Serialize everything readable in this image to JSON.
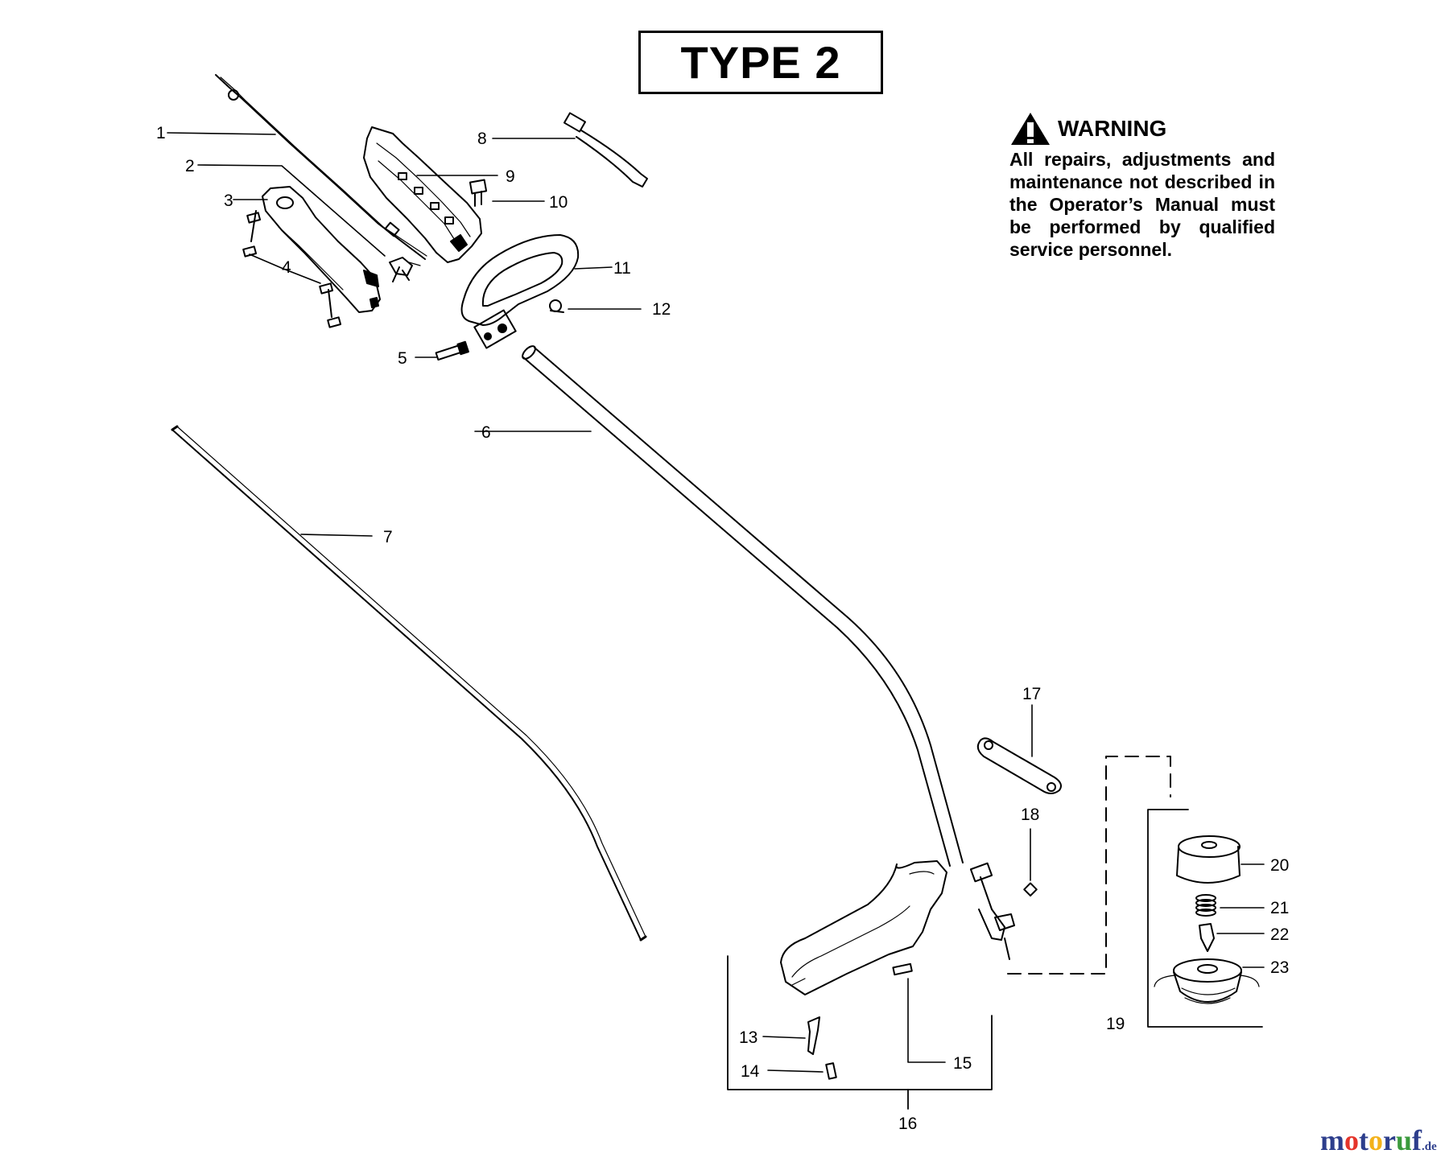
{
  "title": "TYPE 2",
  "warning": {
    "heading": "WARNING",
    "body": "All repairs, adjustments and maintenance not described in the Operator’s Manual must be performed by qualified service personnel.",
    "icon": "warning-triangle-icon"
  },
  "callouts": [
    "1",
    "2",
    "3",
    "4",
    "5",
    "6",
    "7",
    "8",
    "9",
    "10",
    "11",
    "12",
    "13",
    "14",
    "15",
    "16",
    "17",
    "18",
    "19",
    "20",
    "21",
    "22",
    "23"
  ],
  "watermark": {
    "letters": [
      "m",
      "o",
      "t",
      "o",
      "r",
      "u",
      "f"
    ],
    "tld": ".de",
    "colors": [
      "#2d3e8c",
      "#e5352b",
      "#2d3e8c",
      "#f3b21b",
      "#2d3e8c",
      "#3a9a3c",
      "#2d3e8c"
    ]
  }
}
